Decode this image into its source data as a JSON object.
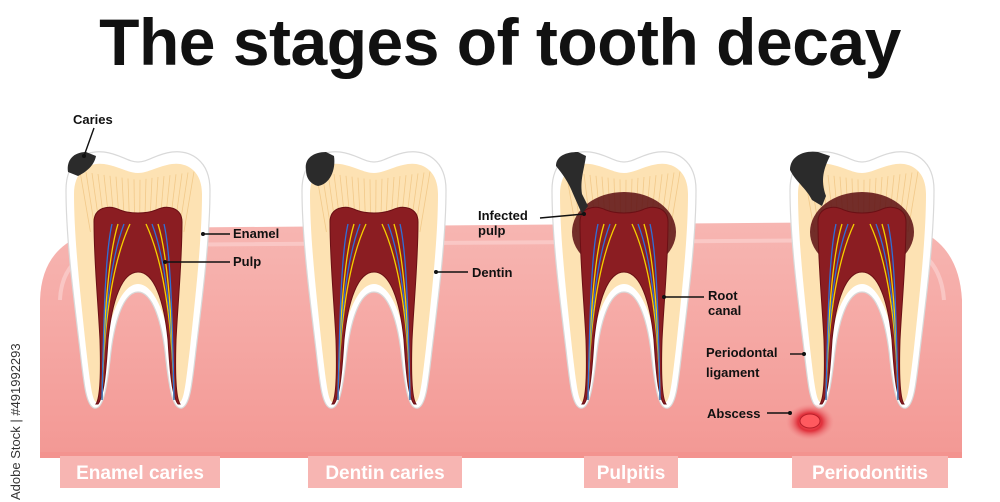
{
  "title": "The stages of tooth decay",
  "stages": [
    "Enamel caries",
    "Dentin caries",
    "Pulpitis",
    "Periodontitis"
  ],
  "labels": {
    "caries": "Caries",
    "enamel": "Enamel",
    "pulp": "Pulp",
    "dentin": "Dentin",
    "infected_pulp": [
      "Infected",
      "pulp"
    ],
    "root_canal": [
      "Root",
      "canal"
    ],
    "periodontal_ligament": [
      "Periodontal",
      "ligament"
    ],
    "abscess": "Abscess"
  },
  "watermark": "Adobe Stock | #491992293",
  "colors": {
    "gum": "#f6a7a3",
    "gum_dark": "#f18f8b",
    "enamel": "#ffffff",
    "dentin": "#fde2b3",
    "pulp": "#8b1d22",
    "pulp_infected": "#5a0d10",
    "caries": "#2b2b2b",
    "abscess": "#e23c46",
    "stage_label_bg": "#f7b5b2"
  }
}
